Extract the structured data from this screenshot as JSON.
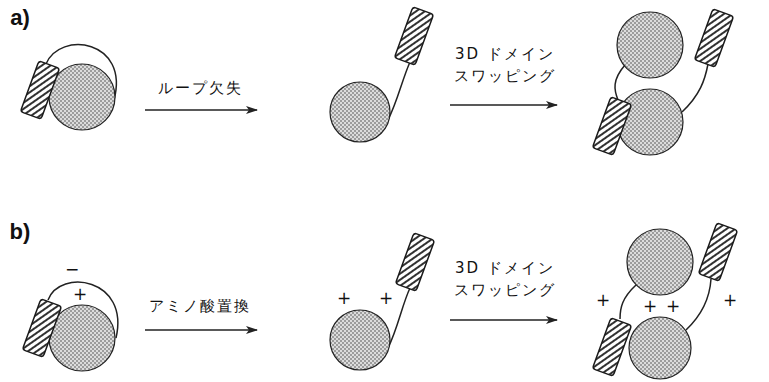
{
  "diagram": {
    "labels": [
      "a)",
      "ループ欠失",
      "3D ドメイン スワッピング",
      "b)",
      "−",
      "+",
      "アミノ酸置換",
      "+",
      "+",
      "3D ドメイン スワッピング",
      "+",
      "+",
      "+",
      "+"
    ]
  }
}
